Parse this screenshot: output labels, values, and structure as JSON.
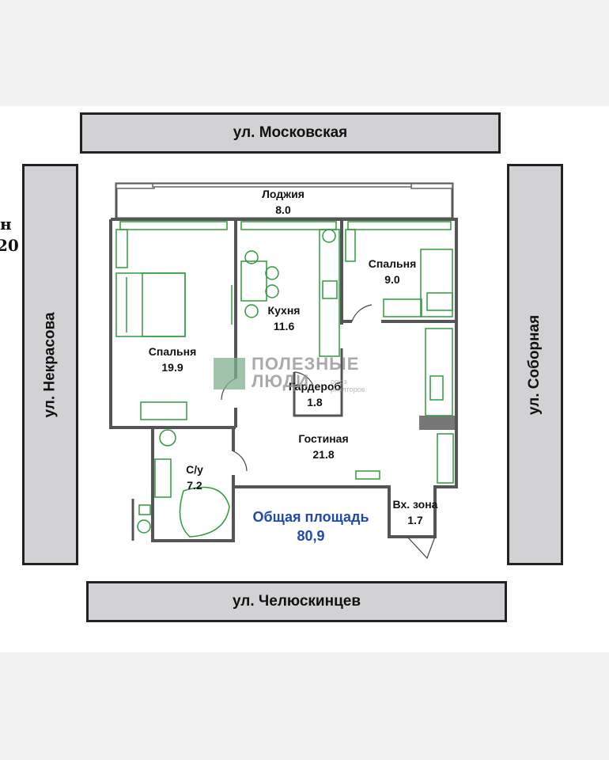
{
  "streets": {
    "top": "ул. Московская",
    "bottom": "ул. Челюскинцев",
    "left": "ул. Некрасова",
    "right": "ул. Соборная"
  },
  "edge_fragment": {
    "line1": "н",
    "line2": "20"
  },
  "rooms": {
    "loggia": {
      "name": "Лоджия",
      "area": "8.0"
    },
    "bedroom_large": {
      "name": "Спальня",
      "area": "19.9"
    },
    "kitchen": {
      "name": "Кухня",
      "area": "11.6"
    },
    "bedroom_small": {
      "name": "Спальня",
      "area": "9.0"
    },
    "wardrobe": {
      "name": "Гардероб",
      "area": "1.8"
    },
    "living": {
      "name": "Гостиная",
      "area": "21.8"
    },
    "bathroom": {
      "name": "С/у",
      "area": "7.2"
    },
    "entrance": {
      "name": "Вх. зона",
      "area": "1.7"
    }
  },
  "total_area": {
    "label": "Общая площадь",
    "value": "80,9"
  },
  "watermark": {
    "text": "ПОЛЕЗНЫЕ ЛЮДИ",
    "sub1": "союз",
    "sub2": "риэлторов"
  },
  "colors": {
    "wall": "#555555",
    "furniture": "#2e9a3e",
    "total_text": "#1f49b0",
    "street_fill": "#d2d2d4"
  }
}
